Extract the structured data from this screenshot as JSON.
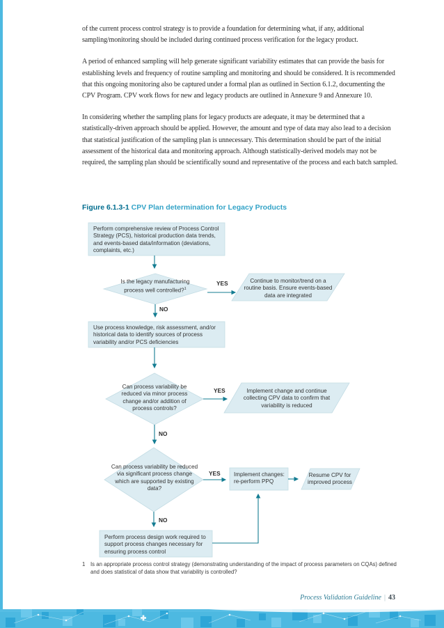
{
  "paragraphs": [
    "of the current process control strategy is to provide a foundation for determining what, if any, additional sampling/monitoring should be included during continued process verification for the legacy product.",
    "A period of enhanced sampling will help generate significant variability estimates that can provide the basis for establishing levels and frequency of routine sampling and monitoring and should be considered. It is recommended that this ongoing monitoring also be captured under a formal plan as outlined in Section 6.1.2, documenting the CPV Program. CPV work flows for new and legacy products are outlined in Annexure 9 and Annexure 10.",
    "In considering whether the sampling plans for legacy products are adequate, it may be determined that a statistically-driven approach should be applied. However, the amount and type of data may also lead to a decision that statistical justification of the sampling plan is unnecessary. This determination should be part of the initial assessment of the historical data and monitoring approach. Although statistically-derived models may not be required, the sampling plan should be scientifically sound and representative of the process and each batch sampled."
  ],
  "figure": {
    "label": "Figure 6.1.3-1",
    "title": "CPV Plan determination for Legacy Products"
  },
  "flowchart": {
    "start": "Perform comprehensive review of Process Control Strategy (PCS), historical production data trends, and events-based data/information (deviations, complaints, etc.)",
    "d1": "Is the legacy manufacturing process well controlled?",
    "d1_sup": "1",
    "o1": "Continue to monitor/trend on a routine basis. Ensure events-based data are integrated",
    "assess": "Use process knowledge, risk assessment, and/or historical data to identify sources of process variability and/or PCS deficiencies",
    "d2": "Can process variability be reduced via minor process change and/or addition of process controls?",
    "o2": "Implement change and continue collecting CPV data to confirm that variability is reduced",
    "d3": "Can process variability be reduced via significant process change which are supported by existing data?",
    "a3": "Implement changes: re-perform PPQ",
    "o3": "Resume CPV for improved process",
    "design": "Perform process design work required to support process changes necessary for ensuring process control",
    "yes": "YES",
    "no": "NO"
  },
  "footnote": {
    "marker": "1",
    "text": "Is an appropriate process control strategy (demonstrating understanding of the impact of process parameters on CQAs) defined and does statistical of data show that variability is controlled?"
  },
  "footer": {
    "title": "Process Validation Guideline",
    "separator": "|",
    "page_number": "43"
  },
  "colors": {
    "accent_dark_teal": "#006d8f",
    "accent_light_blue": "#33a3c7",
    "arrow_teal": "#137c92",
    "node_fill": "#dcecf2",
    "band_blue": "#4db9e1",
    "footer_teal": "#2e7d95"
  }
}
